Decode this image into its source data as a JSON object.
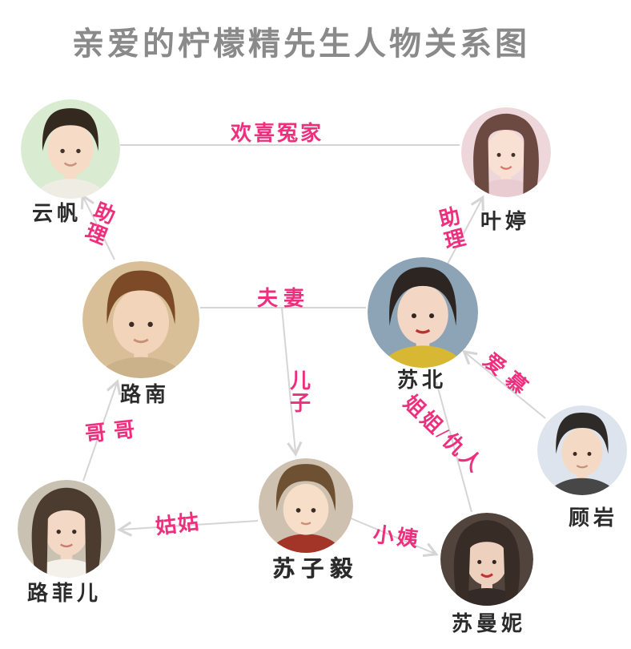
{
  "title": "亲爱的柠檬精先生人物关系图",
  "colors": {
    "accent_pink": "#ee2f7e",
    "line_gray": "#d5d5d5",
    "title_gray": "#8a8a8a",
    "name_black": "#2b2b2b"
  },
  "characters": {
    "yunfan": {
      "name": "云帆",
      "photo": {
        "bg": "#d9ebd1",
        "hair": "#34291f",
        "skin": "#f6dcc6",
        "shirt": "#efece4",
        "lip": "#cf9280"
      }
    },
    "yeting": {
      "name": "叶婷",
      "photo": {
        "bg": "#eed7da",
        "hair": "#6d4a41",
        "skin": "#f8e0d2",
        "shirt": "#e9ccd1",
        "lip": "#d4766e"
      }
    },
    "lunan": {
      "name": "路南",
      "photo": {
        "bg": "#d8bf97",
        "hair": "#7c4a27",
        "skin": "#f1d4b9",
        "shirt": "#cbb28a",
        "lip": "#c98f76"
      }
    },
    "subei": {
      "name": "苏北",
      "photo": {
        "bg": "#8ca4b6",
        "hair": "#2c2521",
        "skin": "#f3d6c3",
        "shirt": "#d8b832",
        "lip": "#b8352f"
      }
    },
    "guyan": {
      "name": "顾岩",
      "photo": {
        "bg": "#dde4ee",
        "hair": "#2e2a27",
        "skin": "#f4dac5",
        "shirt": "#474747",
        "lip": "#cc9079"
      }
    },
    "lufeier": {
      "name": "路菲儿",
      "photo": {
        "bg": "#c9c2b3",
        "hair": "#4c3c2f",
        "skin": "#f3d9c5",
        "shirt": "#f4f1ea",
        "lip": "#cb7a70"
      }
    },
    "suziyi": {
      "name": "苏子毅",
      "photo": {
        "bg": "#cfc1b0",
        "hair": "#6e5033",
        "skin": "#f7dec9",
        "shirt": "#a23428",
        "lip": "#c98f76"
      }
    },
    "sumanni": {
      "name": "苏曼妮",
      "photo": {
        "bg": "#51443d",
        "hair": "#372c26",
        "skin": "#eed0bf",
        "shirt": "#342b28",
        "lip": "#c2322e"
      }
    }
  },
  "relationships": {
    "huanxi_yuanjia": "欢喜冤家",
    "zhuli_left": "助理",
    "zhuli_right": "助理",
    "fuqi": "夫妻",
    "erzi": "儿子",
    "gege": "哥哥",
    "gugu": "姑姑",
    "xiaoyi": "小姨",
    "jiejie_chouren": "姐姐/仇人",
    "aimu": "爱慕"
  }
}
